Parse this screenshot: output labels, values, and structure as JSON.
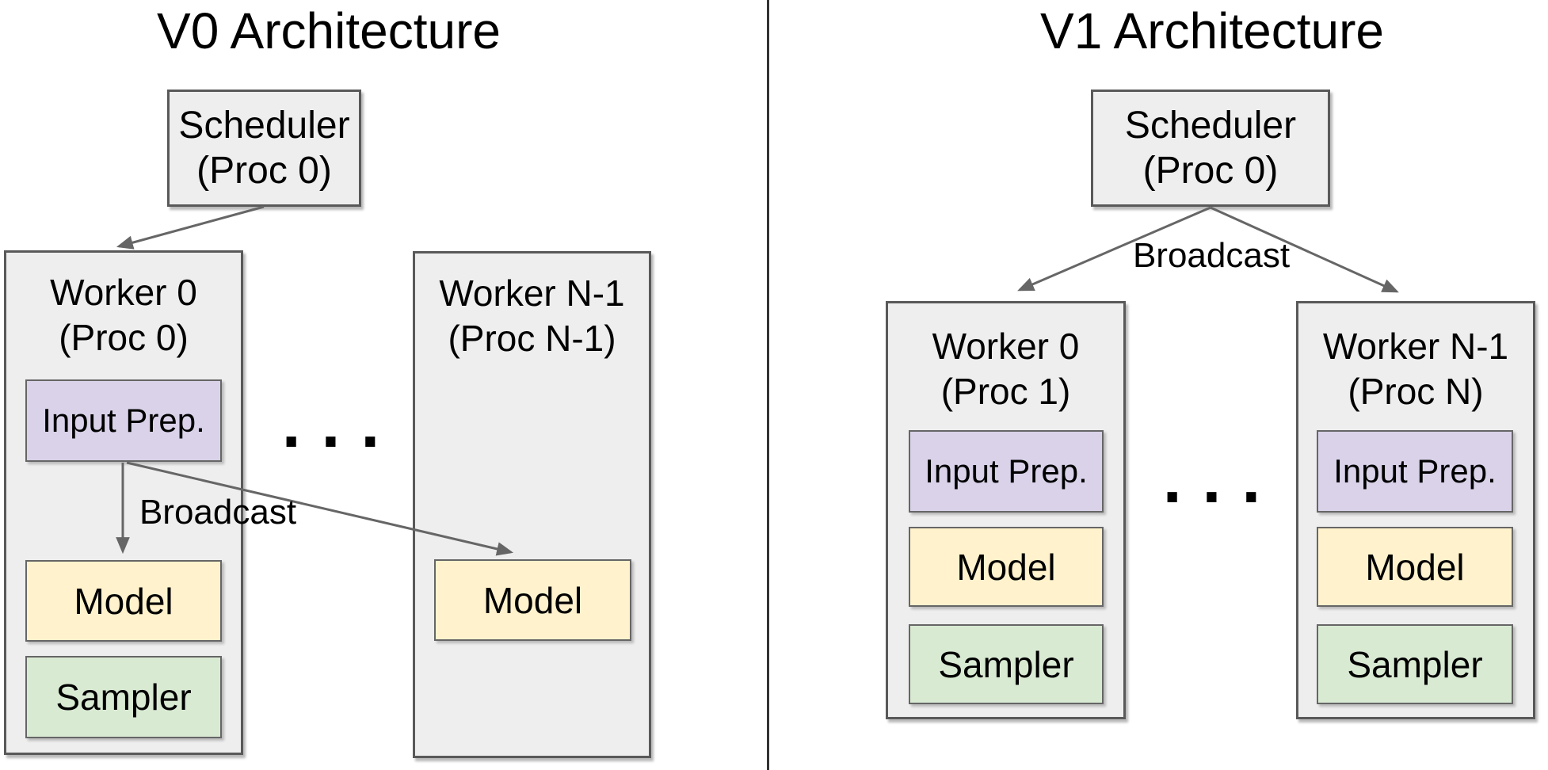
{
  "colors": {
    "panel": "#eeeeee",
    "input_prep": "#d9d2e9",
    "model": "#fff2cc",
    "sampler": "#d9ead3",
    "border": "#595959",
    "arrow": "#666666",
    "divider": "#333333",
    "text": "#000000"
  },
  "v0": {
    "title": "V0 Architecture",
    "scheduler": {
      "name": "Scheduler",
      "proc": "(Proc 0)"
    },
    "worker0": {
      "name": "Worker 0",
      "proc": "(Proc 0)",
      "input_prep": "Input Prep.",
      "model": "Model",
      "sampler": "Sampler"
    },
    "workerN": {
      "name": "Worker N-1",
      "proc": "(Proc N-1)",
      "model": "Model"
    },
    "broadcast": "Broadcast",
    "ellipsis": ". . ."
  },
  "v1": {
    "title": "V1 Architecture",
    "scheduler": {
      "name": "Scheduler",
      "proc": "(Proc 0)"
    },
    "worker0": {
      "name": "Worker 0",
      "proc": "(Proc 1)",
      "input_prep": "Input Prep.",
      "model": "Model",
      "sampler": "Sampler"
    },
    "workerN": {
      "name": "Worker N-1",
      "proc": "(Proc N)",
      "input_prep": "Input Prep.",
      "model": "Model",
      "sampler": "Sampler"
    },
    "broadcast": "Broadcast",
    "ellipsis": ". . ."
  }
}
